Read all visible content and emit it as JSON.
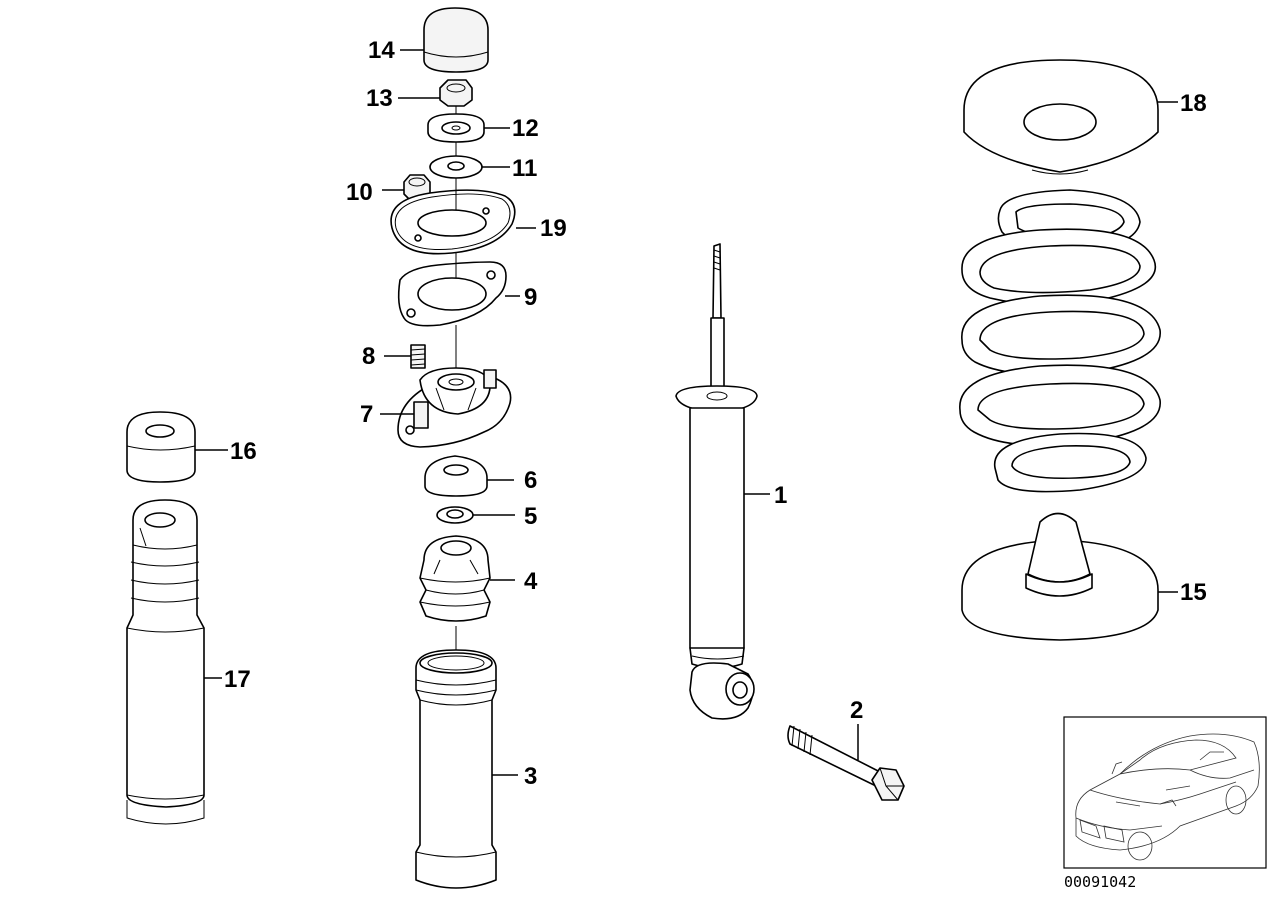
{
  "callouts": {
    "c1": "1",
    "c2": "2",
    "c3": "3",
    "c4": "4",
    "c5": "5",
    "c6": "6",
    "c7": "7",
    "c8": "8",
    "c9": "9",
    "c10": "10",
    "c11": "11",
    "c12": "12",
    "c13": "13",
    "c14": "14",
    "c15": "15",
    "c16": "16",
    "c17": "17",
    "c18": "18",
    "c19": "19"
  },
  "thumbnail": {
    "code": "00091042"
  }
}
